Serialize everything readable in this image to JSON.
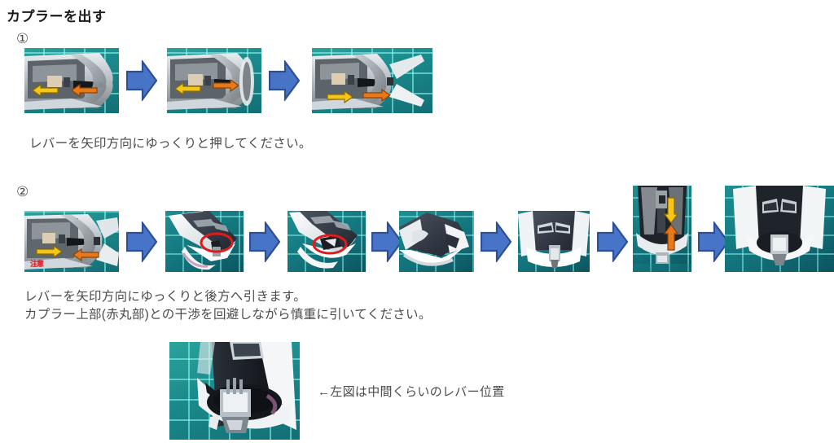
{
  "document": {
    "title": "カプラーを出す"
  },
  "steps": [
    {
      "marker": "①",
      "caption": "レバーを矢印方向にゆっくりと押してください。",
      "photos": [
        {
          "name": "nose-underside-lever-start",
          "arrows": [
            "yellow-left",
            "orange-left"
          ]
        },
        {
          "name": "nose-underside-lever-mid",
          "arrows": [
            "yellow-left",
            "orange-right"
          ]
        },
        {
          "name": "nose-cone-opening",
          "arrows": [
            "yellow-right",
            "orange-right"
          ]
        }
      ],
      "connector": "blue-right-arrow"
    },
    {
      "marker": "②",
      "caption_lines": [
        "レバーを矢印方向にゆっくりと後方へ引きます。",
        "カプラー上部(赤丸部)との干渉を回避しながら慎重に引いてください。"
      ],
      "photos": [
        {
          "name": "nose-underside-pull-start",
          "arrows": [
            "yellow-right",
            "orange-left"
          ],
          "note": "注意"
        },
        {
          "name": "coupler-emerging-front-left",
          "annotation": "red-ellipse"
        },
        {
          "name": "coupler-emerging-closeup",
          "annotation": "red-ellipse"
        },
        {
          "name": "nose-cone-open-angle"
        },
        {
          "name": "nose-front-coupler-down"
        },
        {
          "name": "nose-interior-lever-arrows",
          "arrows": [
            "yellow-down",
            "orange-up"
          ]
        },
        {
          "name": "coupler-deployed-front"
        }
      ],
      "connector": "blue-right-arrow"
    }
  ],
  "footer": {
    "photo": {
      "name": "coupler-mid-position-closeup"
    },
    "caption": "←左図は中間くらいのレバー位置"
  },
  "colors": {
    "blue_arrow_fill": "#4874c8",
    "blue_arrow_stroke": "#2d4f94",
    "yellow_arrow": "#f5c518",
    "orange_arrow": "#e8791a",
    "red_annotation": "#e01b1b",
    "mat_teal": "#1d8f8f",
    "text": "#4b4b4b"
  }
}
